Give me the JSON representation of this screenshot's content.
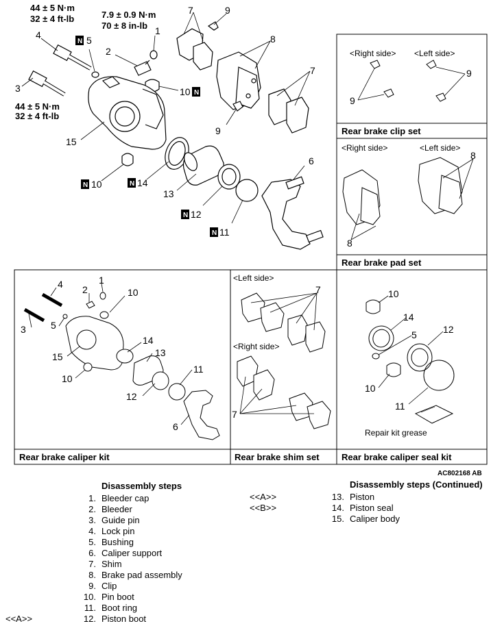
{
  "figure_id": "AC802168 AB",
  "torque": {
    "t4_nm": "44 ± 5 N·m",
    "t4_ftlb": "32 ± 4 ft-lb",
    "t2_nm": "7.9 ± 0.9 N·m",
    "t2_inlb": "70 ± 8 in-lb",
    "t3_nm": "44 ± 5 N·m",
    "t3_ftlb": "32 ± 4 ft-lb"
  },
  "callouts": {
    "c1": "1",
    "c2": "2",
    "c3": "3",
    "c4": "4",
    "c5": "5",
    "c6": "6",
    "c7": "7",
    "c8": "8",
    "c9": "9",
    "c10": "10",
    "c11": "11",
    "c12": "12",
    "c13": "13",
    "c14": "14",
    "c15": "15"
  },
  "new_part_mark": "N",
  "panels": {
    "clip_set": {
      "right_side": "<Right side>",
      "left_side": "<Left side>",
      "caption": "Rear brake clip set"
    },
    "pad_set": {
      "right_side": "<Right side>",
      "left_side": "<Left side>",
      "caption": "Rear brake pad set"
    },
    "caliper_kit": {
      "caption": "Rear brake caliper kit"
    },
    "shim_set": {
      "left_side": "<Left side>",
      "right_side": "<Right side>",
      "caption": "Rear brake shim set"
    },
    "seal_kit": {
      "grease": "Repair kit grease",
      "caption": "Rear brake caliper seal kit"
    }
  },
  "steps_left": {
    "heading": "Disassembly steps",
    "items": [
      {
        "ref": "",
        "num": "1.",
        "name": "Bleeder cap"
      },
      {
        "ref": "",
        "num": "2.",
        "name": "Bleeder"
      },
      {
        "ref": "",
        "num": "3.",
        "name": "Guide pin"
      },
      {
        "ref": "",
        "num": "4.",
        "name": "Lock pin"
      },
      {
        "ref": "",
        "num": "5.",
        "name": "Bushing"
      },
      {
        "ref": "",
        "num": "6.",
        "name": "Caliper support"
      },
      {
        "ref": "",
        "num": "7.",
        "name": "Shim"
      },
      {
        "ref": "",
        "num": "8.",
        "name": "Brake pad assembly"
      },
      {
        "ref": "",
        "num": "9.",
        "name": "Clip"
      },
      {
        "ref": "",
        "num": "10.",
        "name": "Pin boot"
      },
      {
        "ref": "",
        "num": "11.",
        "name": "Boot ring"
      },
      {
        "ref": "<<A>>",
        "num": "12.",
        "name": "Piston boot"
      }
    ]
  },
  "steps_right": {
    "heading": "Disassembly steps (Continued)",
    "items": [
      {
        "ref": "<<A>>",
        "num": "13.",
        "name": "Piston"
      },
      {
        "ref": "<<B>>",
        "num": "14.",
        "name": "Piston seal"
      },
      {
        "ref": "",
        "num": "15.",
        "name": "Caliper body"
      }
    ]
  }
}
